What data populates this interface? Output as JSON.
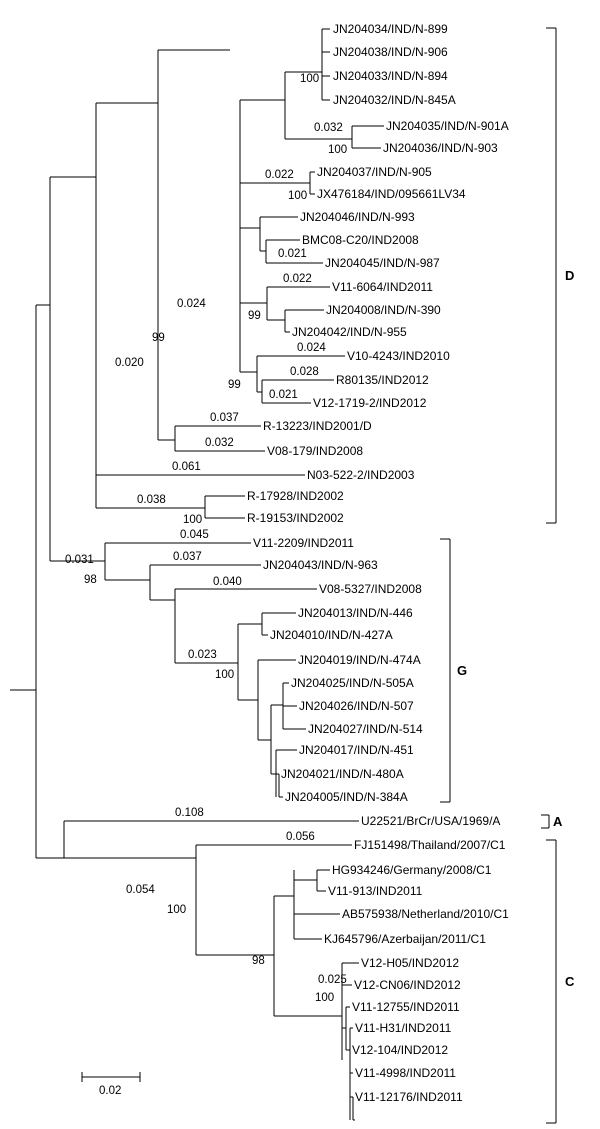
{
  "tree": {
    "taxa": [
      "JN204034/IND/N-899",
      "JN204038/IND/N-906",
      "JN204033/IND/N-894",
      "JN204032/IND/N-845A",
      "JN204035/IND/N-901A",
      "JN204036/IND/N-903",
      "JN204037/IND/N-905",
      "JX476184/IND/095661LV34",
      "JN204046/IND/N-993",
      "BMC08-C20/IND2008",
      "JN204045/IND/N-987",
      "V11-6064/IND2011",
      "JN204008/IND/N-390",
      "JN204042/IND/N-955",
      "V10-4243/IND2010",
      "R80135/IND2012",
      "V12-1719-2/IND2012",
      "R-13223/IND2001/D",
      "V08-179/IND2008",
      "N03-522-2/IND2003",
      "R-17928/IND2002",
      "R-19153/IND2002",
      "V11-2209/IND2011",
      "JN204043/IND/N-963",
      "V08-5327/IND2008",
      "JN204013/IND/N-446",
      "JN204010/IND/N-427A",
      "JN204019/IND/N-474A",
      "JN204025/IND/N-505A",
      "JN204026/IND/N-507",
      "JN204027/IND/N-514",
      "JN204017/IND/N-451",
      "JN204021/IND/N-480A",
      "JN204005/IND/N-384A",
      "U22521/BrCr/USA/1969/A",
      "FJ151498/Thailand/2007/C1",
      "HG934246/Germany/2008/C1",
      "V11-913/IND2011",
      "AB575938/Netherland/2010/C1",
      "KJ645796/Azerbaijan/2011/C1",
      "V12-H05/IND2012",
      "V12-CN06/IND2012",
      "V11-12755/IND2011",
      "V11-H31/IND2011",
      "V12-104/IND2012",
      "V11-4998/IND2011",
      "V11-12176/IND2011"
    ],
    "branch_labels": [
      "0.032",
      "0.022",
      "0.021",
      "0.022",
      "0.024",
      "0.028",
      "0.021",
      "0.024",
      "0.037",
      "0.032",
      "0.061",
      "0.020",
      "0.038",
      "0.045",
      "0.037",
      "0.040",
      "0.023",
      "0.031",
      "0.108",
      "0.056",
      "0.025",
      "0.054"
    ],
    "bootstrap_labels": [
      "100",
      "100",
      "100",
      "99",
      "99",
      "99",
      "100",
      "98",
      "100",
      "98",
      "100",
      "100"
    ],
    "clades": [
      "D",
      "G",
      "A",
      "C"
    ],
    "scale_label": "0.02"
  }
}
